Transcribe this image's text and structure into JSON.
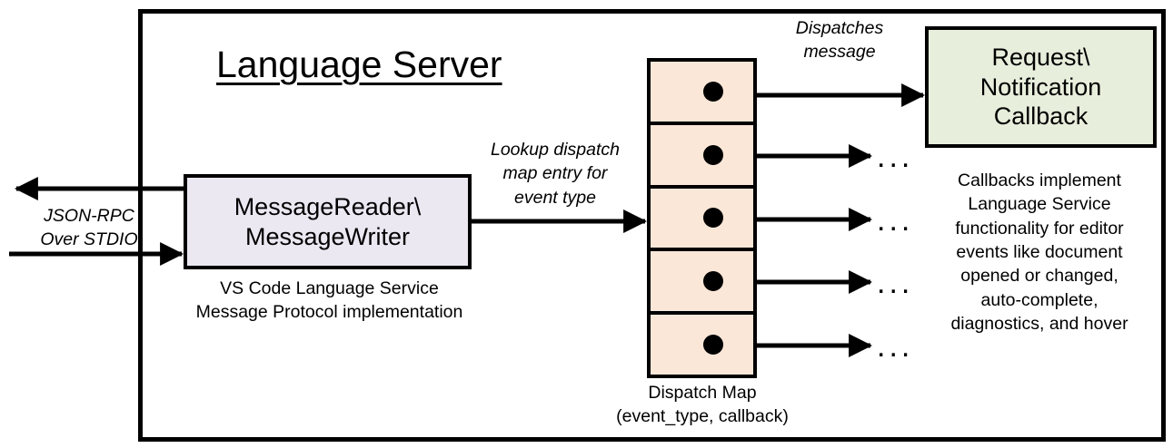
{
  "diagram": {
    "title": "Language Server",
    "boxes": {
      "message_rw": {
        "line1": "MessageReader\\",
        "line2": "MessageWriter",
        "caption_line1": "VS Code Language Service",
        "caption_line2": "Message Protocol implementation",
        "fill": "#ebe8f2"
      },
      "callback": {
        "line1": "Request\\",
        "line2": "Notification",
        "line3": "Callback",
        "caption_line1": "Callbacks implement",
        "caption_line2": "Language Service",
        "caption_line3": "functionality for editor",
        "caption_line4": "events like document",
        "caption_line5": "opened or changed,",
        "caption_line6": "auto-complete,",
        "caption_line7": "diagnostics, and hover",
        "fill": "#e8eedc"
      },
      "dispatch_map": {
        "caption_line1": "Dispatch Map",
        "caption_line2": "(event_type, callback)",
        "fill": "#fbe7d8",
        "row_count": 5,
        "rows": [
          {
            "entry": "dot"
          },
          {
            "entry": "dot"
          },
          {
            "entry": "dot"
          },
          {
            "entry": "dot"
          },
          {
            "entry": "dot"
          }
        ]
      }
    },
    "labels": {
      "jsonrpc_line1": "JSON-RPC",
      "jsonrpc_line2": "Over STDIO",
      "lookup_line1": "Lookup dispatch",
      "lookup_line2": "map entry for",
      "lookup_line3": "event type",
      "dispatches_line1": "Dispatches",
      "dispatches_line2": "message"
    },
    "ellipses": [
      "...",
      "...",
      "...",
      "..."
    ],
    "colors": {
      "stroke": "#000000",
      "background": "#ffffff",
      "message_rw_fill": "#ebe8f2",
      "dispatch_map_fill": "#fbe7d8",
      "callback_fill": "#e8eedc"
    }
  }
}
